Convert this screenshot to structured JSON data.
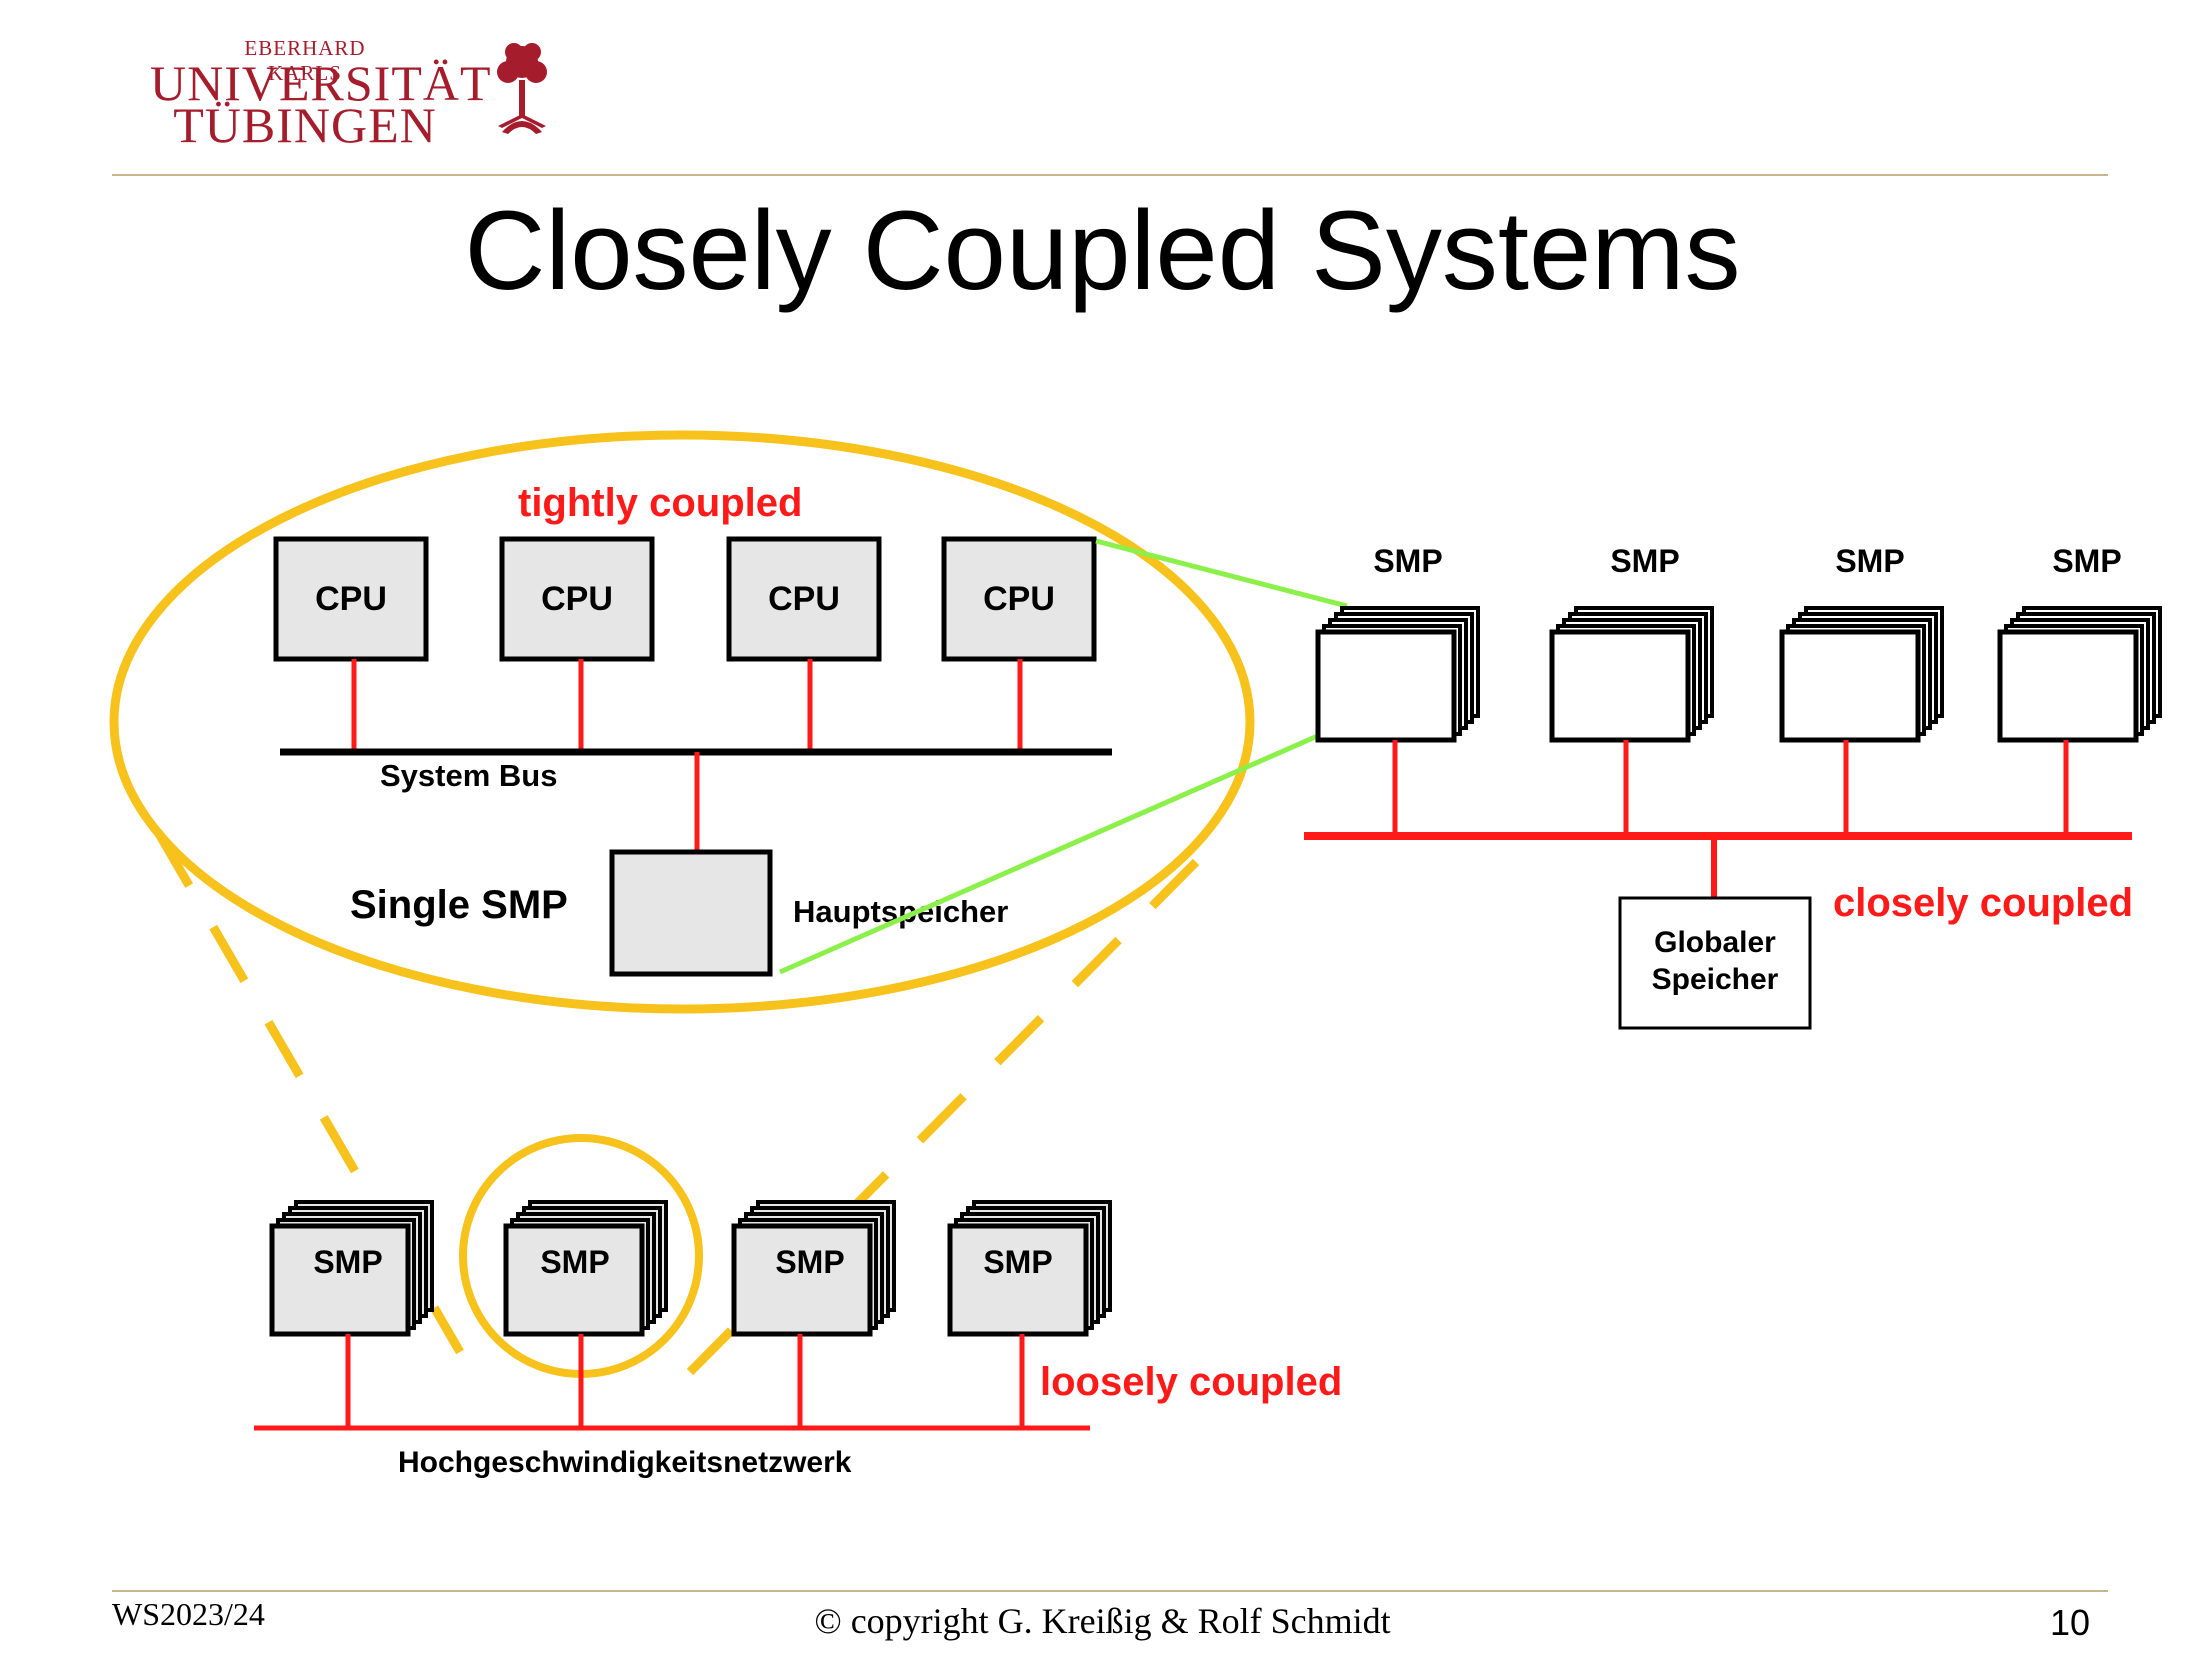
{
  "header": {
    "logo_line1": "EBERHARD KARLS",
    "logo_line2": "UNIVERSITÄT",
    "logo_line3": "TÜBINGEN"
  },
  "title": "Closely Coupled Systems",
  "diagram": {
    "tight_label": "tightly coupled",
    "close_label": "closely coupled",
    "loose_label": "loosely coupled",
    "cpu_label": "CPU",
    "smp_label": "SMP",
    "system_bus": "System Bus",
    "single_smp": "Single SMP",
    "hauptspeicher": "Hauptspeicher",
    "global_mem_line1": "Globaler",
    "global_mem_line2": "Speicher",
    "network": "Hochgeschwindigkeitsnetzwerk"
  },
  "colors": {
    "accent_red": "#ff1a1a",
    "ellipse_gold": "#f7c21c",
    "link_green": "#8cf04b",
    "box_fill": "#e6e6e6",
    "logo_red": "#a51d2d"
  },
  "footer": {
    "term": "WS2023/24",
    "copyright": "© copyright G. Kreißig & Rolf Schmidt",
    "page": "10"
  }
}
